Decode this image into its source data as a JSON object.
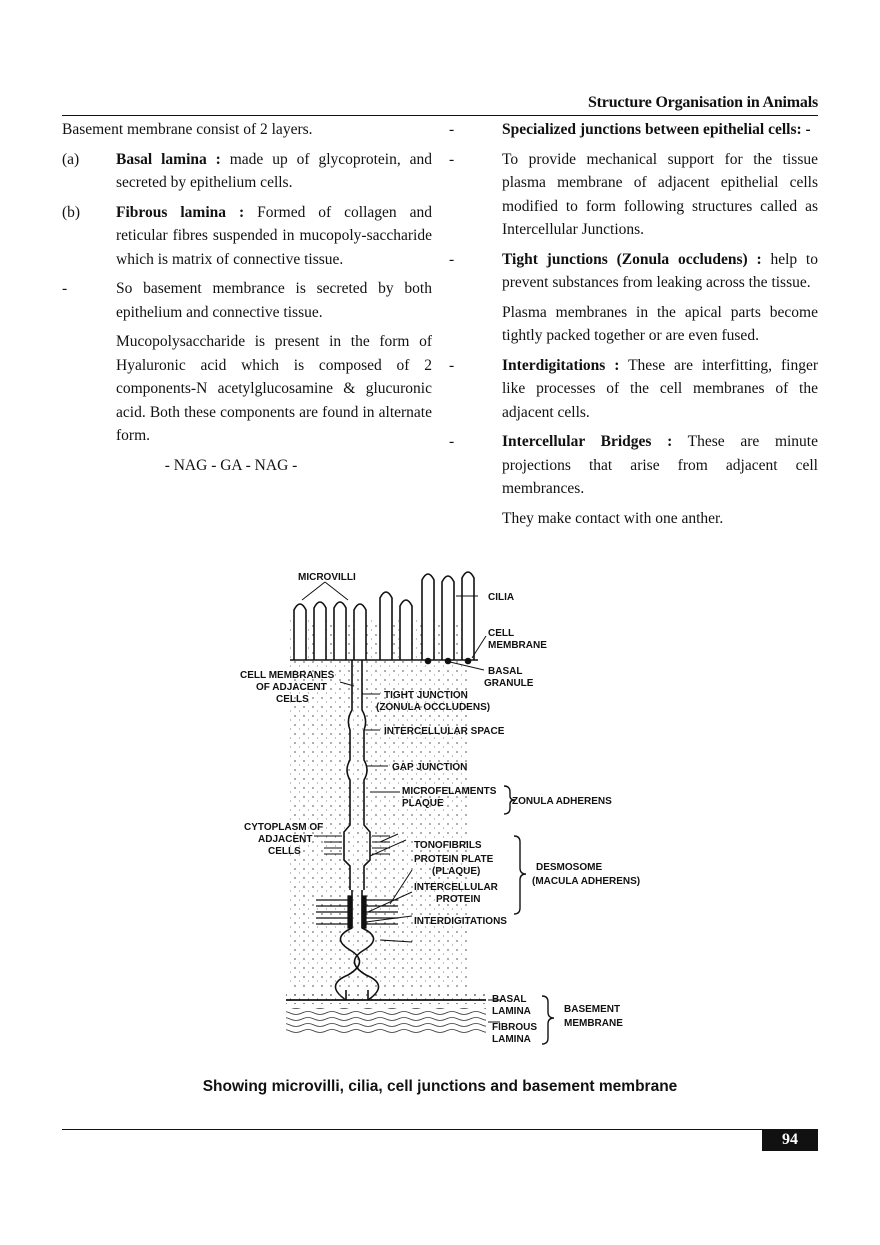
{
  "header": {
    "title": "Structure Organisation in Animals"
  },
  "left_column": {
    "intro": "Basement  membrane consist of 2 layers.",
    "items": [
      {
        "marker": "(a)",
        "bold": "Basal lamina :",
        "text": " made up of glycoprotein,  and secreted by epithelium cells."
      },
      {
        "marker": "(b)",
        "bold": "Fibrous lamina :",
        "text": " Formed of  collagen and reticular fibres suspended in mucopoly-saccharide which is matrix of connective tissue."
      },
      {
        "marker": "-",
        "bold": "",
        "text": "So basement membrance is secreted by both epithelium and connective tissue."
      }
    ],
    "para": "Mucopolysaccharide is present in the form of Hyaluronic acid which is composed of 2 components-N acetylglucosamine & glucuronic acid. Both these components are found in alternate form.",
    "sequence": "- NAG - GA - NAG -"
  },
  "right_column": {
    "items": [
      {
        "marker": "-",
        "bold": "Specialized junctions between epithelial cells: -",
        "text": ""
      },
      {
        "marker": "-",
        "bold": "",
        "text": "To provide mechanical support for the tissue plasma membrane of adjacent epithelial cells modified to form following structures called as Intercellular Junctions."
      },
      {
        "marker": "-",
        "bold": "Tight junctions (Zonula occludens) :",
        "text": " help to prevent substances from leaking across the tissue."
      }
    ],
    "tight_para": "Plasma membranes in the apical parts become tightly packed together or are even fused.",
    "items2": [
      {
        "marker": "-",
        "bold": "Interdigitations :",
        "text": "  These are interfitting, finger like processes of the cell membranes of the adjacent cells."
      },
      {
        "marker": "-",
        "bold": "Intercellular Bridges :",
        "text": " These are minute projections that arise from adjacent cell membrances."
      }
    ],
    "final_para": "They make contact with one anther."
  },
  "figure": {
    "labels": {
      "microvilli": "MICROVILLI",
      "cilia": "CILIA",
      "cell_membrane_1": "CELL",
      "cell_membrane_2": "MEMBRANE",
      "basal_granule_1": "BASAL",
      "basal_granule_2": "GRANULE",
      "adjacent_1": "CELL MEMBRANES",
      "adjacent_2": "OF ADJACENT",
      "adjacent_3": "CELLS",
      "tight_1": "TIGHT JUNCTION",
      "tight_2": "(ZONULA OCCLUDENS)",
      "intercellular_space": "INTERCELLULAR  SPACE",
      "gap_junction": "GAP JUNCTION",
      "microfilaments": "MICROFELAMENTS",
      "plaque": "PLAQUE",
      "zonula_adherens": "ZONULA ADHERENS",
      "cytoplasm_1": "CYTOPLASM OF",
      "cytoplasm_2": "ADJACENT",
      "cytoplasm_3": "CELLS",
      "tonofibrils": "TONOFIBRILS",
      "protein_plate_1": "PROTEIN PLATE",
      "protein_plate_2": "(PLAQUE)",
      "intercellular_protein_1": "INTERCELLULAR",
      "intercellular_protein_2": "PROTEIN",
      "desmosome_1": "DESMOSOME",
      "desmosome_2": "(MACULA ADHERENS)",
      "interdigitations": "INTERDIGITATIONS",
      "basal_lamina_1": "BASAL",
      "basal_lamina_2": "LAMINA",
      "fibrous_lamina_1": "FIBROUS",
      "fibrous_lamina_2": "LAMINA",
      "basement_1": "BASEMENT",
      "basement_2": "MEMBRANE"
    },
    "caption": "Showing microvilli, cilia, cell junctions and basement membrane"
  },
  "footer": {
    "page_number": "94"
  }
}
